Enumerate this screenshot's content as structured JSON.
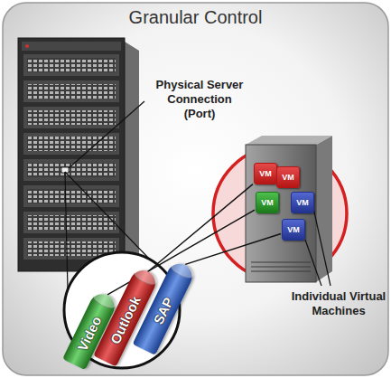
{
  "diagram": {
    "title": "Granular Control",
    "nodes": [
      {
        "text": [
          "Video"
        ]
      },
      {
        "text": [
          "Outlook"
        ]
      },
      {
        "text": [
          "SAP"
        ]
      },
      {
        "text": [
          "VM"
        ]
      },
      {
        "text": [
          "VM"
        ]
      },
      {
        "text": [
          "VM"
        ]
      },
      {
        "text": [
          "VM"
        ]
      },
      {
        "text": [
          "VM"
        ]
      }
    ],
    "edges": [
      {
        "from": 0,
        "to": 5,
        "arrow": "none"
      },
      {
        "from": 1,
        "to": 3,
        "arrow": "none"
      },
      {
        "from": 2,
        "to": 7,
        "arrow": "none"
      }
    ],
    "labels": [
      "Physical Server Connection (Port)",
      "Individual Virtual Machines"
    ]
  }
}
